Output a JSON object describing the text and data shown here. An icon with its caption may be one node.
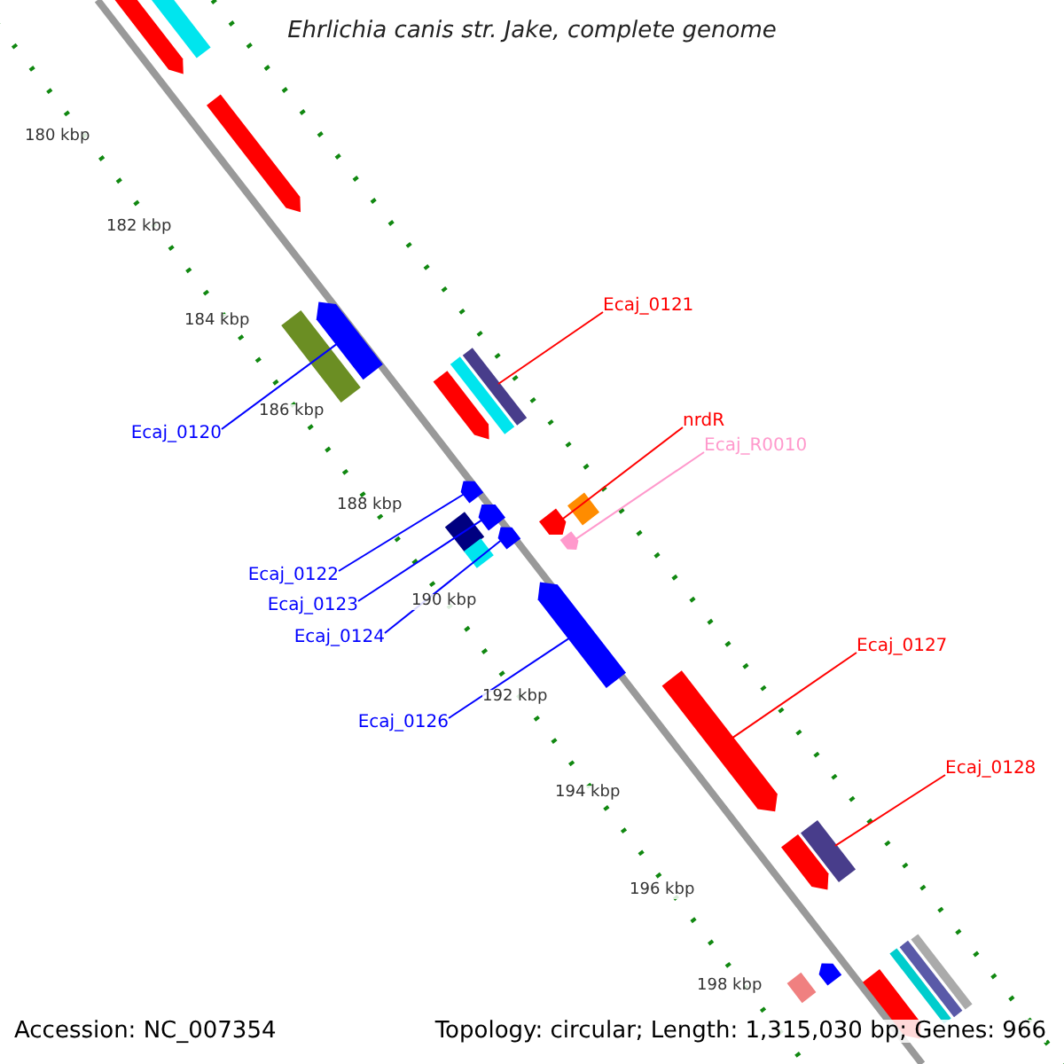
{
  "diagram": {
    "title": "Ehrlichia canis str. Jake, complete genome",
    "nodes": [
      {
        "text": [
          "Ecaj_0121"
        ]
      },
      {
        "text": [],
        "shape": "bar"
      },
      {
        "text": [
          "nrdR"
        ]
      },
      {
        "text": [],
        "shape": "bar"
      },
      {
        "text": [
          "Ecaj_0120"
        ]
      },
      {
        "text": [],
        "shape": "bar"
      },
      {
        "text": [
          "Ecaj_R0010"
        ]
      },
      {
        "text": [],
        "shape": "bar"
      },
      {
        "text": [
          "Ecaj_0122"
        ]
      },
      {
        "text": [],
        "shape": "bar"
      },
      {
        "text": [
          "Ecaj_0123"
        ]
      },
      {
        "text": [],
        "shape": "bar"
      },
      {
        "text": [
          "Ecaj_0124"
        ]
      },
      {
        "text": [],
        "shape": "bar"
      },
      {
        "text": [
          "Ecaj_0127"
        ]
      },
      {
        "text": [],
        "shape": "bar"
      },
      {
        "text": [
          "Ecaj_0126"
        ]
      },
      {
        "text": [],
        "shape": "bar"
      },
      {
        "text": [
          "Ecaj_0128"
        ]
      },
      {
        "text": [],
        "shape": "bar"
      },
      {
        "text": [],
        "shape": "bar"
      }
    ],
    "edges": [
      {
        "from": 0,
        "to": 1,
        "arrow": "none",
        "color": "#ff0000"
      },
      {
        "from": 2,
        "to": 3,
        "arrow": "none",
        "color": "#ff0000"
      },
      {
        "from": 4,
        "to": 5,
        "arrow": "none"
      },
      {
        "from": 6,
        "to": 7,
        "arrow": "none",
        "color": "#ff99cc"
      },
      {
        "from": 8,
        "to": 9,
        "arrow": "none"
      },
      {
        "from": 10,
        "to": 11,
        "arrow": "none"
      },
      {
        "from": 12,
        "to": 13,
        "arrow": "none"
      },
      {
        "from": 14,
        "to": 15,
        "arrow": "none",
        "color": "#ff0000"
      },
      {
        "from": 16,
        "to": 17,
        "arrow": "none"
      },
      {
        "from": 18,
        "to": 19,
        "arrow": "none",
        "color": "#ff0000"
      }
    ],
    "labels": [
      "180 kbp",
      "182 kbp",
      "184 kbp",
      "186 kbp",
      "188 kbp",
      "190 kbp",
      "192 kbp",
      "194 kbp",
      "196 kbp",
      "198 kbp",
      "Accession: NC_007354",
      "Topology: circular; Length: 1,315,030 bp; Genes: 966"
    ]
  }
}
